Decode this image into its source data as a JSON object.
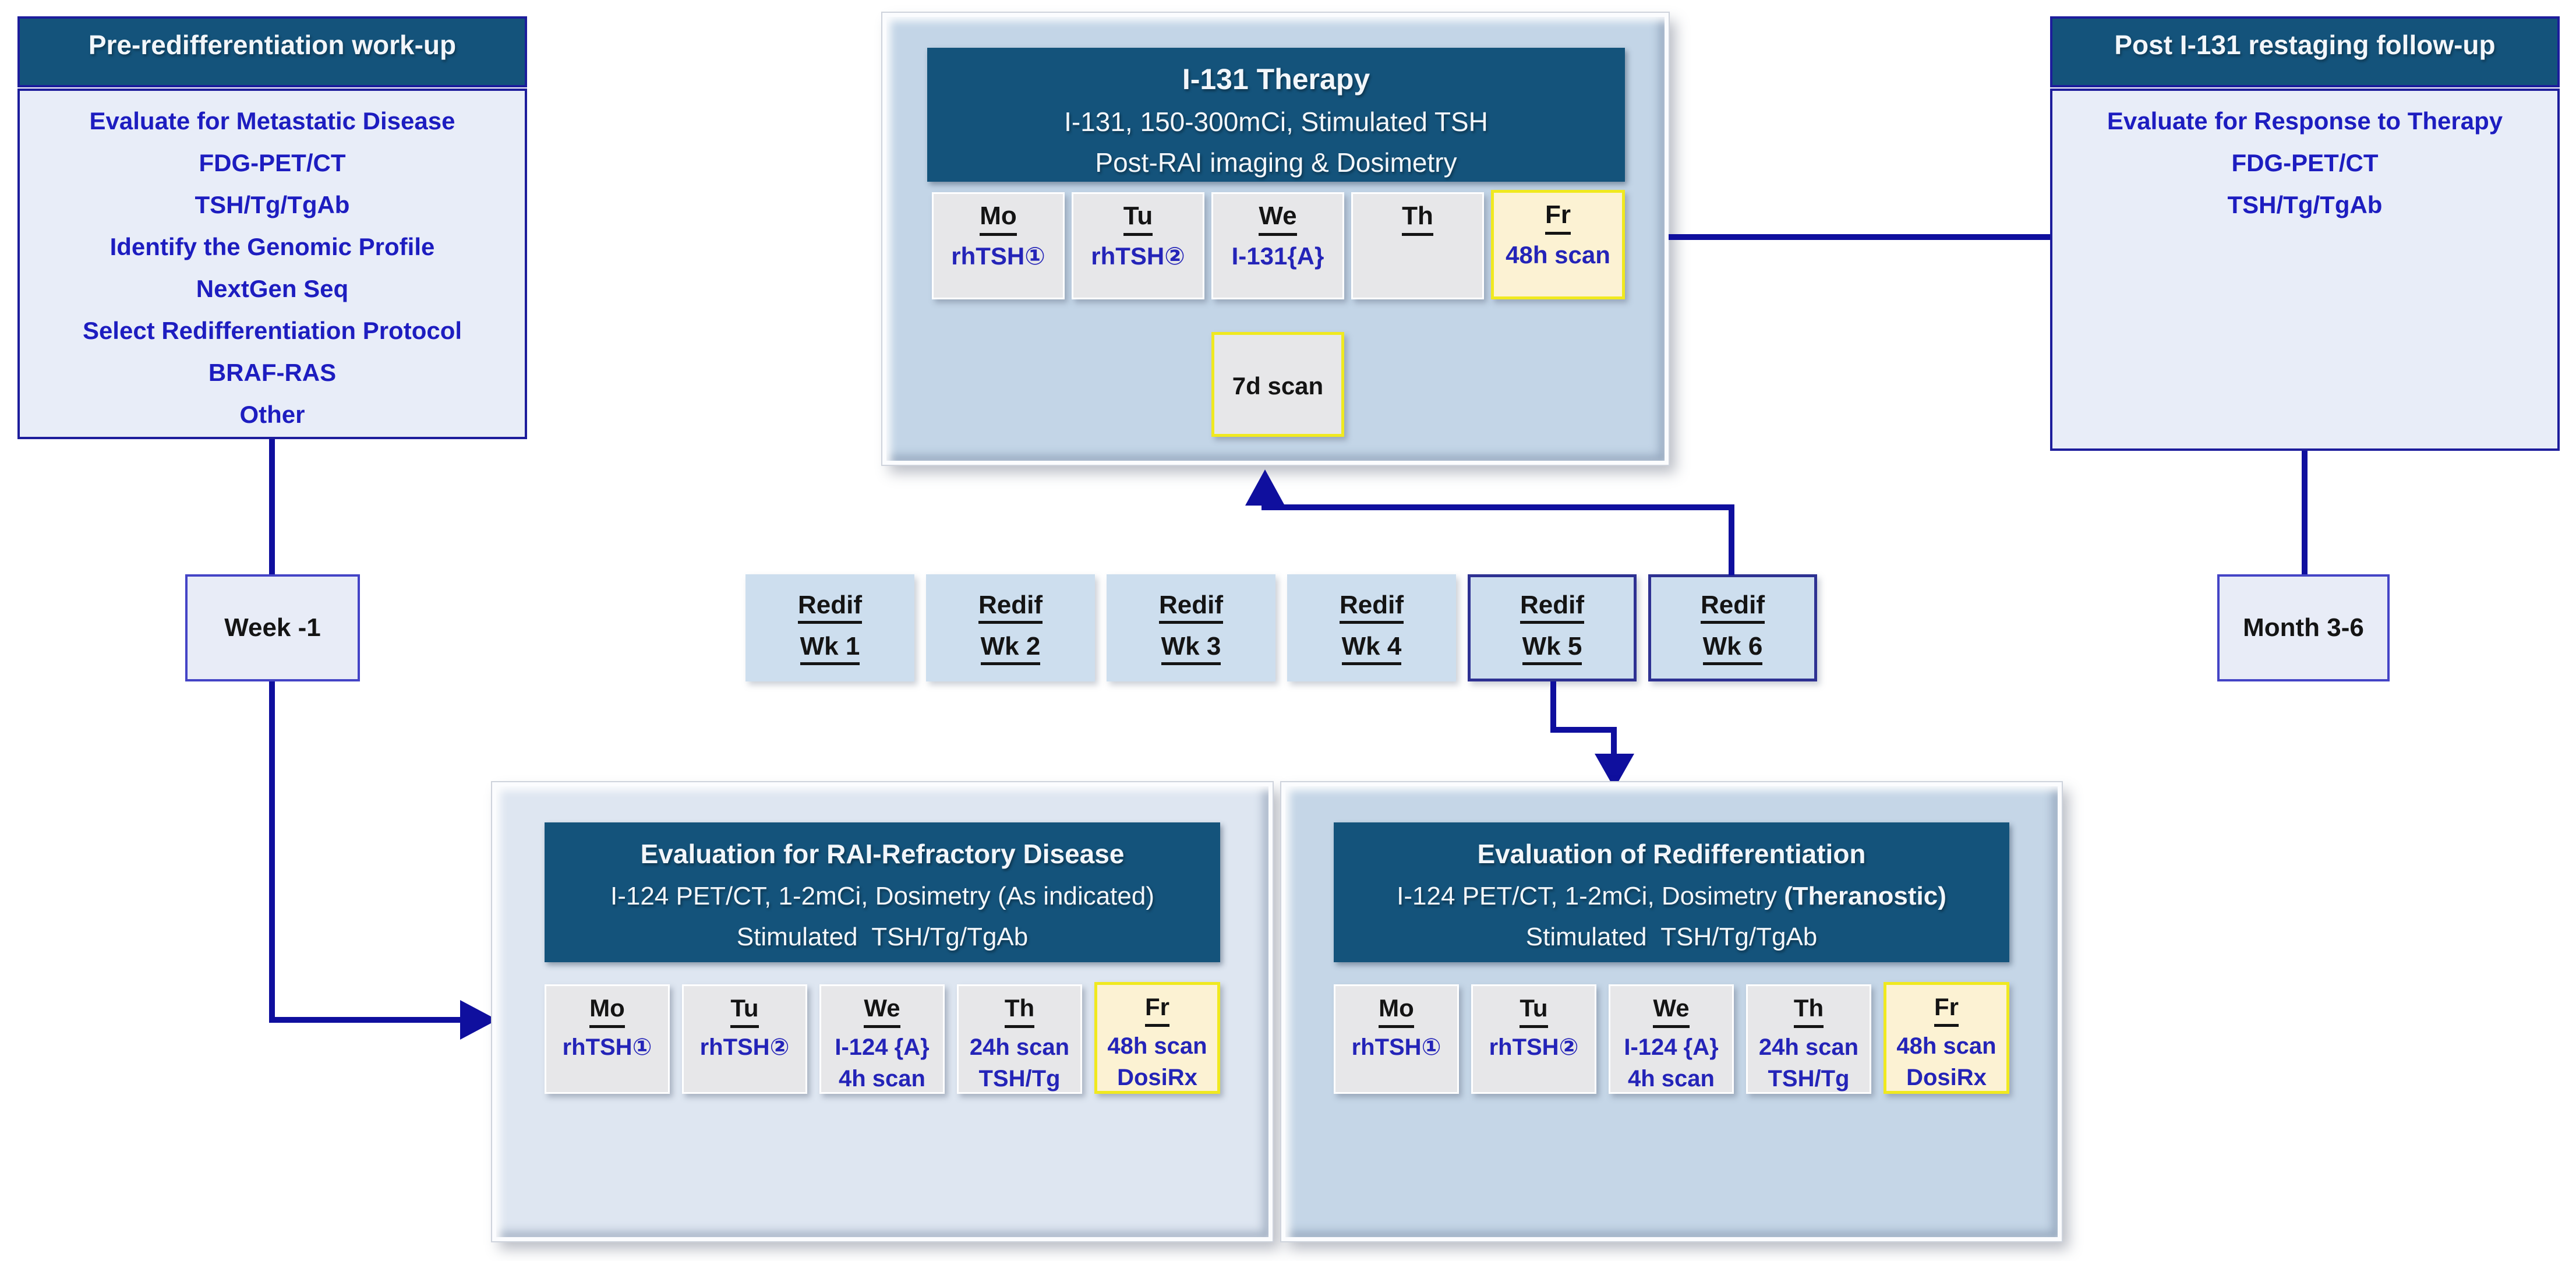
{
  "palette": {
    "header_bg": "#14537b",
    "navy_connector": "#0f0f9e",
    "box_border_blue": "#1d1d9c",
    "light_body_bg": "#e8edf8",
    "top_panel_bg": "#c3d5e7",
    "bottom_left_panel_bg": "#dee6f1",
    "bottom_right_panel_bg": "#c5d6e7",
    "redif_box_bg": "#cddeee",
    "day_cell_bg": "#e7e7e9",
    "highlight_cell_bg": "#fcf2d3",
    "highlight_cell_border": "#f0e91f",
    "blue_text": "#1d1dc0"
  },
  "pre_workup": {
    "title": "Pre-redifferentiation work-up",
    "items": [
      "Evaluate for Metastatic Disease",
      "FDG-PET/CT",
      "TSH/Tg/TgAb",
      "Identify the Genomic Profile",
      "NextGen Seq",
      "Select Redifferentiation Protocol",
      "BRAF-RAS",
      "Other"
    ]
  },
  "therapy": {
    "title": "I-131 Therapy",
    "subtitle1": "I-131, 150-300mCi, Stimulated TSH",
    "subtitle2": "Post-RAI imaging & Dosimetry",
    "days": [
      {
        "label": "Mo",
        "lines": [
          "rhTSH①"
        ],
        "highlight": false
      },
      {
        "label": "Tu",
        "lines": [
          "rhTSH②"
        ],
        "highlight": false
      },
      {
        "label": "We",
        "lines": [
          "I-131{A}"
        ],
        "highlight": false
      },
      {
        "label": "Th",
        "lines": [],
        "highlight": false
      },
      {
        "label": "Fr",
        "lines": [
          "48h scan"
        ],
        "highlight": true
      }
    ],
    "followup_cell": "7d scan"
  },
  "post_followup": {
    "title": "Post I-131 restaging follow-up",
    "items": [
      "Evaluate for Response to Therapy",
      "FDG-PET/CT",
      "TSH/Tg/TgAb"
    ]
  },
  "timeline": {
    "pre_week": "Week -1",
    "redif_weeks": [
      {
        "line1": "Redif",
        "line2": "Wk 1",
        "outlined": false
      },
      {
        "line1": "Redif",
        "line2": "Wk 2",
        "outlined": false
      },
      {
        "line1": "Redif",
        "line2": "Wk 3",
        "outlined": false
      },
      {
        "line1": "Redif",
        "line2": "Wk 4",
        "outlined": false
      },
      {
        "line1": "Redif",
        "line2": "Wk 5",
        "outlined": true
      },
      {
        "line1": "Redif",
        "line2": "Wk 6",
        "outlined": true
      }
    ],
    "post_months": "Month 3-6"
  },
  "eval_refractory": {
    "title": "Evaluation for RAI-Refractory Disease",
    "subtitle1": "I-124 PET/CT, 1-2mCi, Dosimetry (As indicated)",
    "subtitle2": "Stimulated  TSH/Tg/TgAb",
    "days": [
      {
        "label": "Mo",
        "lines": [
          "rhTSH①"
        ],
        "highlight": false
      },
      {
        "label": "Tu",
        "lines": [
          "rhTSH②"
        ],
        "highlight": false
      },
      {
        "label": "We",
        "lines": [
          "I-124 {A}",
          "4h scan"
        ],
        "highlight": false
      },
      {
        "label": "Th",
        "lines": [
          "24h scan",
          "TSH/Tg"
        ],
        "highlight": false
      },
      {
        "label": "Fr",
        "lines": [
          "48h scan",
          "DosiRx"
        ],
        "highlight": true
      }
    ]
  },
  "eval_redif": {
    "title": "Evaluation of Redifferentiation",
    "subtitle1_pre": "I-124 PET/CT, 1-2mCi, Dosimetry ",
    "subtitle1_bold": "(Theranostic)",
    "subtitle2": "Stimulated  TSH/Tg/TgAb",
    "days": [
      {
        "label": "Mo",
        "lines": [
          "rhTSH①"
        ],
        "highlight": false
      },
      {
        "label": "Tu",
        "lines": [
          "rhTSH②"
        ],
        "highlight": false
      },
      {
        "label": "We",
        "lines": [
          "I-124 {A}",
          "4h scan"
        ],
        "highlight": false
      },
      {
        "label": "Th",
        "lines": [
          "24h scan",
          "TSH/Tg"
        ],
        "highlight": false
      },
      {
        "label": "Fr",
        "lines": [
          "48h scan",
          "DosiRx"
        ],
        "highlight": true
      }
    ]
  }
}
